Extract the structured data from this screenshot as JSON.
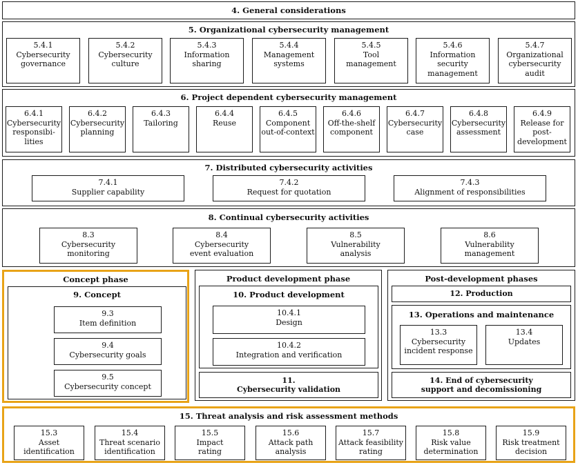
{
  "general": {
    "title": "4. General considerations"
  },
  "org": {
    "title": "5. Organizational cybersecurity management",
    "items": [
      {
        "num": "5.4.1",
        "label": "Cybersecurity\ngovernance"
      },
      {
        "num": "5.4.2",
        "label": "Cybersecurity\nculture"
      },
      {
        "num": "5.4.3",
        "label": "Information\nsharing"
      },
      {
        "num": "5.4.4",
        "label": "Management\nsystems"
      },
      {
        "num": "5.4.5",
        "label": "Tool\nmanagement"
      },
      {
        "num": "5.4.6",
        "label": "Information\nsecurity\nmanagement"
      },
      {
        "num": "5.4.7",
        "label": "Organizational\ncybersecurity\naudit"
      }
    ]
  },
  "project": {
    "title": "6. Project dependent cybersecurity management",
    "items": [
      {
        "num": "6.4.1",
        "label": "Cybersecurity\nresponsibi-\nlities"
      },
      {
        "num": "6.4.2",
        "label": "Cybersecurity\nplanning"
      },
      {
        "num": "6.4.3",
        "label": "Tailoring"
      },
      {
        "num": "6.4.4",
        "label": "Reuse"
      },
      {
        "num": "6.4.5",
        "label": "Component\nout-of-context"
      },
      {
        "num": "6.4.6",
        "label": "Off-the-shelf\ncomponent"
      },
      {
        "num": "6.4.7",
        "label": "Cybersecurity\ncase"
      },
      {
        "num": "6.4.8",
        "label": "Cybersecurity\nassessment"
      },
      {
        "num": "6.4.9",
        "label": "Release for\npost-\ndevelopment"
      }
    ]
  },
  "distributed": {
    "title": "7. Distributed cybersecurity activities",
    "items": [
      {
        "num": "7.4.1",
        "label": "Supplier capability"
      },
      {
        "num": "7.4.2",
        "label": "Request for quotation"
      },
      {
        "num": "7.4.3",
        "label": "Alignment of responsibilities"
      }
    ]
  },
  "continual": {
    "title": "8. Continual cybersecurity activities",
    "items": [
      {
        "num": "8.3",
        "label": "Cybersecurity\nmonitoring"
      },
      {
        "num": "8.4",
        "label": "Cybersecurity\nevent evaluation"
      },
      {
        "num": "8.5",
        "label": "Vulnerability\nanalysis"
      },
      {
        "num": "8.6",
        "label": "Vulnerability\nmanagement"
      }
    ]
  },
  "concept": {
    "phase": "Concept phase",
    "title": "9. Concept",
    "items": [
      {
        "num": "9.3",
        "label": "Item definition"
      },
      {
        "num": "9.4",
        "label": "Cybersecurity goals"
      },
      {
        "num": "9.5",
        "label": "Cybersecurity concept"
      }
    ]
  },
  "product": {
    "phase": "Product development phase",
    "title": "10. Product development",
    "items": [
      {
        "num": "10.4.1",
        "label": "Design"
      },
      {
        "num": "10.4.2",
        "label": "Integration and verification"
      }
    ],
    "validation": "11.\nCybersecurity validation"
  },
  "post": {
    "phase": "Post-development phases",
    "production": "12. Production",
    "operations": {
      "title": "13. Operations and maintenance",
      "items": [
        {
          "num": "13.3",
          "label": "Cybersecurity\nincident response"
        },
        {
          "num": "13.4",
          "label": "Updates"
        }
      ]
    },
    "end": "14. End of cybersecurity\nsupport and decomissioning"
  },
  "tara": {
    "title": "15. Threat analysis and risk assessment methods",
    "items": [
      {
        "num": "15.3",
        "label": "Asset\nidentification"
      },
      {
        "num": "15.4",
        "label": "Threat scenario\nidentification"
      },
      {
        "num": "15.5",
        "label": "Impact\nrating"
      },
      {
        "num": "15.6",
        "label": "Attack path\nanalysis"
      },
      {
        "num": "15.7",
        "label": "Attack feasibility\nrating"
      },
      {
        "num": "15.8",
        "label": "Risk value\ndetermination"
      },
      {
        "num": "15.9",
        "label": "Risk treatment\ndecision"
      }
    ]
  },
  "colors": {
    "highlight": "#e8a317",
    "border": "#1a1a1a"
  }
}
